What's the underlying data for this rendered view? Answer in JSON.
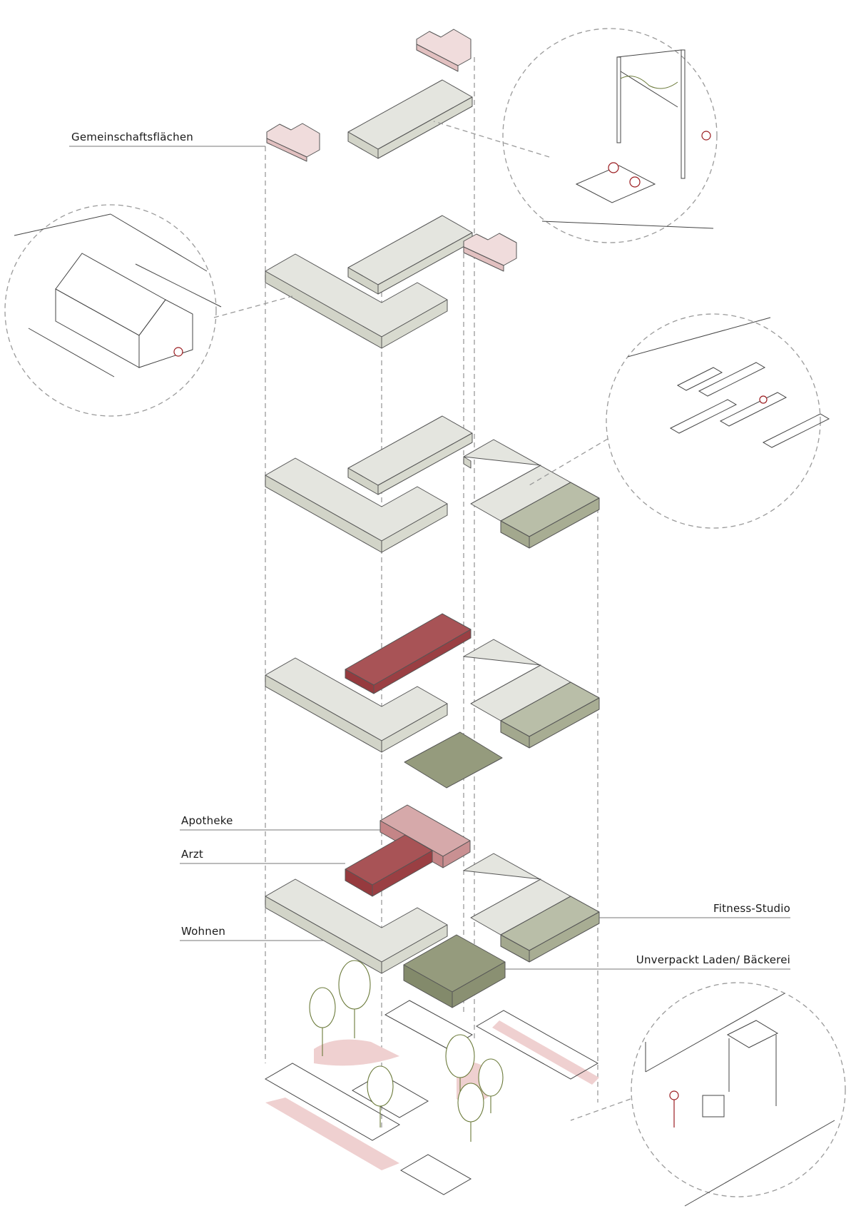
{
  "diagram": {
    "type": "exploded isometric axonometric building program diagram",
    "labels": {
      "gemeinschaft": "Gemeinschaftsflächen",
      "apotheke": "Apotheke",
      "arzt": "Arzt",
      "wohnen": "Wohnen",
      "fitness": "Fitness-Studio",
      "unverpackt": "Unverpackt Laden/ Bäckerei"
    },
    "colors": {
      "residential_top": "#e4e5df",
      "residential_side": "#d2d4c8",
      "green_top": "#b9bea8",
      "green_side": "#a3a88e",
      "dark_green_top": "#959b7d",
      "dark_green_side": "#838a6b",
      "red_top": "#a85356",
      "red_side": "#963a3e",
      "pink_top": "#d6a9aa",
      "pink_side": "#c48587",
      "roof_pink": "#f0dcdc",
      "paths_pink": "#efd0d0",
      "tree_line": "#6b7a3a",
      "figure_line": "#9b1c20",
      "outline": "#555555",
      "dash": "#9a9a9a"
    },
    "detail_circles": [
      {
        "name": "rooftop-pergola-detail",
        "content": "pergola with climbing plants, people sitting on blanket"
      },
      {
        "name": "greenhouse-detail",
        "content": "rooftop greenhouse with planting rows and gardener"
      },
      {
        "name": "raised-beds-detail",
        "content": "rooftop raised planting beds with gardener"
      },
      {
        "name": "outdoor-fitness-detail",
        "content": "outdoor fitness equipment with person exercising"
      }
    ]
  }
}
